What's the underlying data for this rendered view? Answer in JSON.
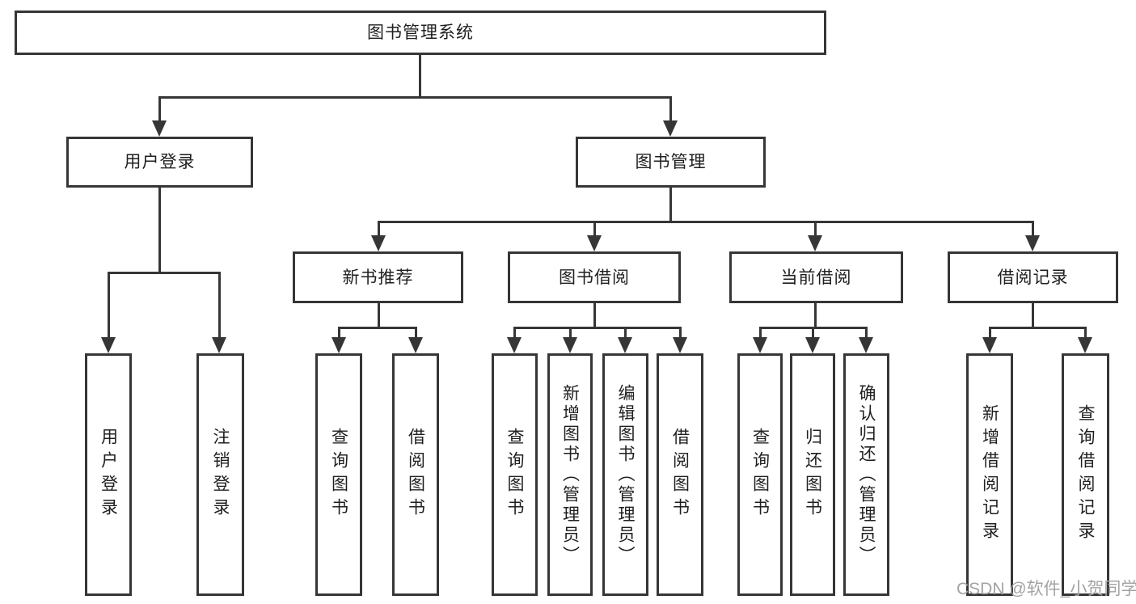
{
  "title": "图书管理系统",
  "nodes": {
    "root": {
      "label": "图书管理系统"
    },
    "user_login": {
      "label": "用户登录"
    },
    "book_mgmt": {
      "label": "图书管理"
    },
    "new_book_rec": {
      "label": "新书推荐"
    },
    "book_borrow": {
      "label": "图书借阅"
    },
    "current_borrow": {
      "label": "当前借阅"
    },
    "borrow_records": {
      "label": "借阅记录"
    },
    "leaf_user_login": {
      "label": "用户登录"
    },
    "leaf_logout": {
      "label": "注销登录"
    },
    "leaf_query_book_1": {
      "label": "查询图书"
    },
    "leaf_borrow_book_1": {
      "label": "借阅图书"
    },
    "leaf_query_book_2": {
      "label": "查询图书"
    },
    "leaf_add_book": {
      "label": "新增图书（管理员）"
    },
    "leaf_edit_book": {
      "label": "编辑图书（管理员）"
    },
    "leaf_borrow_book_2": {
      "label": "借阅图书"
    },
    "leaf_query_book_3": {
      "label": "查询图书"
    },
    "leaf_return_book": {
      "label": "归还图书"
    },
    "leaf_confirm_return": {
      "label": "确认归还（管理员）"
    },
    "leaf_add_record": {
      "label": "新增借阅记录"
    },
    "leaf_query_record": {
      "label": "查询借阅记录"
    }
  },
  "tree": {
    "label": "图书管理系统",
    "children": [
      {
        "label": "用户登录",
        "children": [
          {
            "label": "用户登录"
          },
          {
            "label": "注销登录"
          }
        ]
      },
      {
        "label": "图书管理",
        "children": [
          {
            "label": "新书推荐",
            "children": [
              {
                "label": "查询图书"
              },
              {
                "label": "借阅图书"
              }
            ]
          },
          {
            "label": "图书借阅",
            "children": [
              {
                "label": "查询图书"
              },
              {
                "label": "新增图书（管理员）"
              },
              {
                "label": "编辑图书（管理员）"
              },
              {
                "label": "借阅图书"
              }
            ]
          },
          {
            "label": "当前借阅",
            "children": [
              {
                "label": "查询图书"
              },
              {
                "label": "归还图书"
              },
              {
                "label": "确认归还（管理员）"
              }
            ]
          },
          {
            "label": "借阅记录",
            "children": [
              {
                "label": "新增借阅记录"
              },
              {
                "label": "查询借阅记录"
              }
            ]
          }
        ]
      }
    ]
  },
  "watermark": {
    "text": "CSDN @软件_小贺同学"
  },
  "colors": {
    "line": "#363636",
    "box_border": "#363636",
    "background": "#ffffff",
    "text": "#1f1f1f",
    "watermark": "#a3a3a3"
  }
}
